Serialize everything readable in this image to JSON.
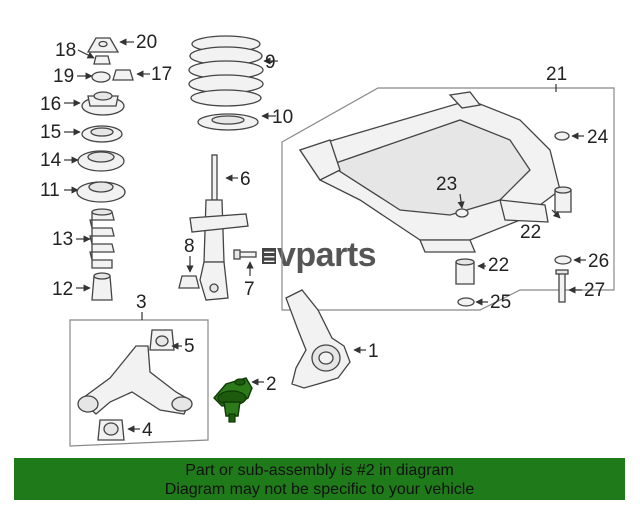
{
  "watermark": {
    "logo_text": "vparts",
    "logo_mark": "☰"
  },
  "callouts": {
    "c1": "1",
    "c2": "2",
    "c3": "3",
    "c4": "4",
    "c5": "5",
    "c6": "6",
    "c7": "7",
    "c8": "8",
    "c9": "9",
    "c10": "10",
    "c11": "11",
    "c12": "12",
    "c13": "13",
    "c14": "14",
    "c15": "15",
    "c16": "16",
    "c17": "17",
    "c18": "18",
    "c19": "19",
    "c20": "20",
    "c21": "21",
    "c22a": "22",
    "c22b": "22",
    "c23": "23",
    "c24": "24",
    "c25": "25",
    "c26": "26",
    "c27": "27"
  },
  "banner": {
    "line1": "Part or sub-assembly is #2 in diagram",
    "line2": "Diagram may not be specific to your vehicle",
    "color": "#1f7a1a"
  },
  "highlight_part": "2",
  "highlight_color": "#2d7a1a"
}
